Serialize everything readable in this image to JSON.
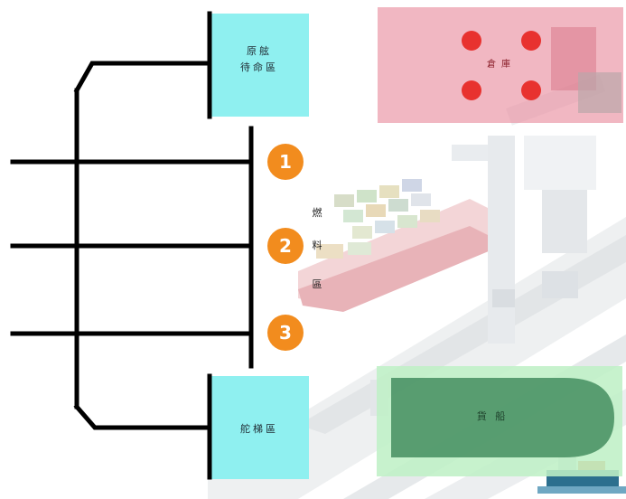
{
  "diagram": {
    "upper_box_label_line1": "原舷",
    "upper_box_label_line2": "待命區",
    "lower_box_label": "舵梯區",
    "middle_vertical_label": [
      "燃",
      "料",
      "區"
    ],
    "storage_label": "倉庫",
    "cargo_label": "貨 船",
    "badges": [
      "1",
      "2",
      "3"
    ],
    "colors": {
      "cyan_box": "#8ff0f0",
      "pink_area": "#e98a9c",
      "green_area": "#bff0c6",
      "dark_green_shape": "#3f8a5c",
      "orange_badge": "#f28c1e",
      "red_dot": "#e8322f",
      "line": "#000000"
    }
  }
}
